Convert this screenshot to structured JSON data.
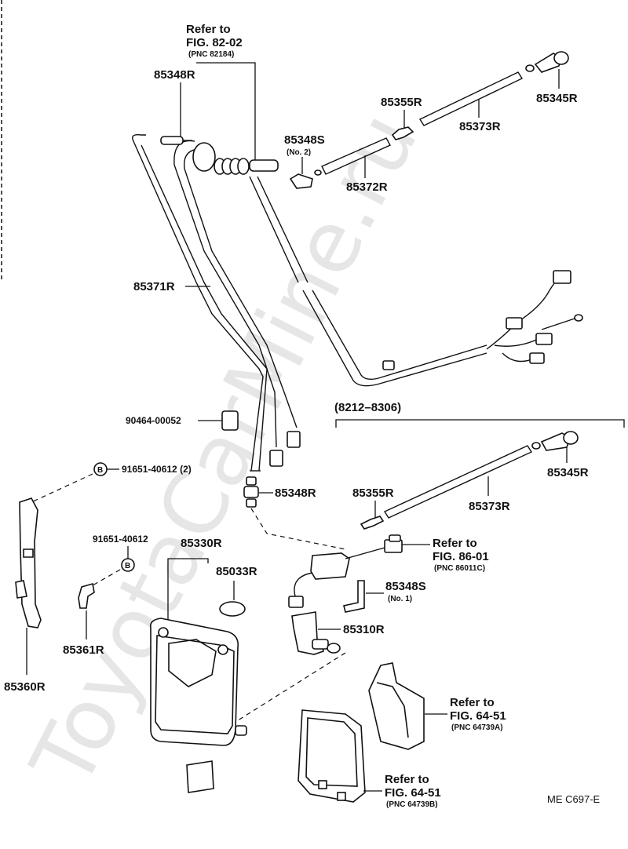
{
  "watermark": "ToyotaCarMine.ru",
  "refs": {
    "top_line1": "Refer to",
    "top_line2": "FIG. 82-02",
    "top_pnc": "(PNC 82184)",
    "mid_line1": "Refer to",
    "mid_line2": "FIG. 86-01",
    "mid_pnc": "(PNC 86011C)",
    "low1_line1": "Refer to",
    "low1_line2": "FIG. 64-51",
    "low1_pnc": "(PNC 64739A)",
    "low2_line1": "Refer to",
    "low2_line2": "FIG. 64-51",
    "low2_pnc": "(PNC 64739B)"
  },
  "labels": {
    "p85348R_top": "85348R",
    "p85355R_top": "85355R",
    "p85345R_top": "85345R",
    "p85373R_top": "85373R",
    "p85348S_top": "85348S",
    "p85348S_top_no": "(No. 2)",
    "p85372R": "85372R",
    "p85371R": "85371R",
    "p90464": "90464-00052",
    "p91651_2": "91651-40612 (2)",
    "p85348R_mid": "85348R",
    "range": "(8212–8306)",
    "p85355R_low": "85355R",
    "p85373R_low": "85373R",
    "p85345R_low": "85345R",
    "p91651": "91651-40612",
    "p85330R": "85330R",
    "p85033R": "85033R",
    "p85348S_low": "85348S",
    "p85348S_low_no": "(No. 1)",
    "p85310R": "85310R",
    "p85361R": "85361R",
    "p85360R": "85360R",
    "code": "ME  C697-E",
    "bolt_letter": "B"
  }
}
